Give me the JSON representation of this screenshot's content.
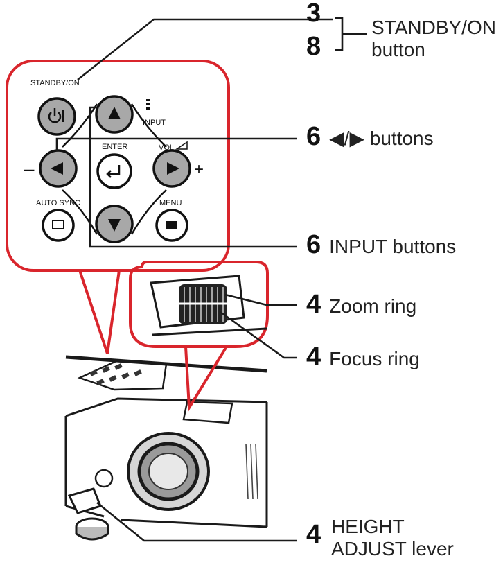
{
  "panel": {
    "standby_label": "STANDBY/ON",
    "input_label": "INPUT",
    "enter_label": "ENTER",
    "vol_label": "VOL",
    "autosync_label": "AUTO SYNC",
    "menu_label": "MENU",
    "minus_sign": "–",
    "plus_sign": "+"
  },
  "callouts": {
    "standby_num_a": "3",
    "standby_num_b": "8",
    "standby_line1": "STANDBY/ON",
    "standby_line2": "button",
    "lr_num": "6",
    "lr_label": "◀/▶ buttons",
    "input_num": "6",
    "input_label": "INPUT buttons",
    "zoom_num": "4",
    "zoom_label": "Zoom ring",
    "focus_num": "4",
    "focus_label": "Focus ring",
    "height_num": "4",
    "height_line1": "HEIGHT",
    "height_line2": "ADJUST lever"
  },
  "colors": {
    "accent": "#d9252c",
    "button_gray": "#a8a8a8",
    "ink": "#111111"
  },
  "icons": [
    "power-icon",
    "arrow-up-icon",
    "arrow-down-icon",
    "arrow-left-icon",
    "arrow-right-icon",
    "enter-icon",
    "autosync-icon",
    "menu-icon",
    "volume-icon"
  ]
}
